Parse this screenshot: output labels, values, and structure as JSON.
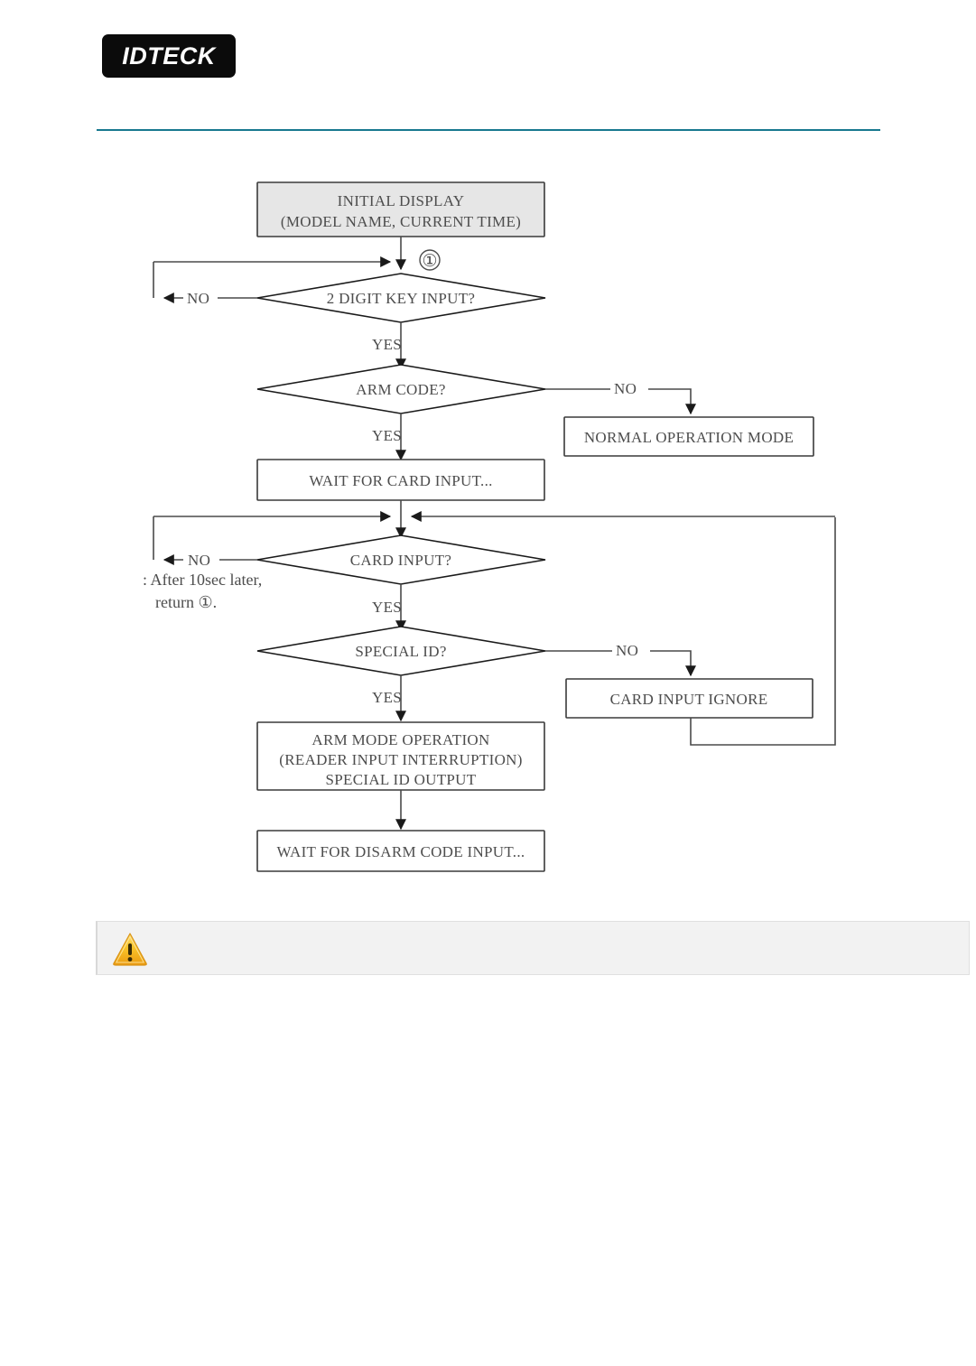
{
  "header": {
    "logo_text": "IDTECK",
    "logo_name": "idteck-logo",
    "rule_color": "#17788f"
  },
  "flowchart": {
    "type": "flowchart",
    "title": "Arm / Disarm Operation Flow",
    "nodes": [
      {
        "id": "initial",
        "shape": "process",
        "fill": "#e6e6e6",
        "lines": [
          "INITIAL DISPLAY",
          "(MODEL NAME, CURRENT TIME)"
        ]
      },
      {
        "id": "key_input",
        "shape": "decision",
        "fill": "#ffffff",
        "lines": [
          "2 DIGIT KEY INPUT?"
        ]
      },
      {
        "id": "arm_code",
        "shape": "decision",
        "fill": "#ffffff",
        "lines": [
          "ARM CODE?"
        ]
      },
      {
        "id": "normal_mode",
        "shape": "process",
        "fill": "#ffffff",
        "lines": [
          "NORMAL OPERATION MODE"
        ]
      },
      {
        "id": "wait_card",
        "shape": "process",
        "fill": "#ffffff",
        "lines": [
          "WAIT FOR CARD INPUT..."
        ]
      },
      {
        "id": "card_input",
        "shape": "decision",
        "fill": "#ffffff",
        "lines": [
          "CARD INPUT?"
        ]
      },
      {
        "id": "special_id",
        "shape": "decision",
        "fill": "#ffffff",
        "lines": [
          "SPECIAL ID?"
        ]
      },
      {
        "id": "card_ignore",
        "shape": "process",
        "fill": "#ffffff",
        "lines": [
          "CARD INPUT IGNORE"
        ]
      },
      {
        "id": "arm_mode",
        "shape": "process",
        "fill": "#ffffff",
        "lines": [
          "ARM MODE OPERATION",
          "(READER INPUT INTERRUPTION)",
          "SPECIAL ID OUTPUT"
        ]
      },
      {
        "id": "wait_disarm",
        "shape": "process",
        "fill": "#ffffff",
        "lines": [
          "WAIT FOR DISARM CODE INPUT..."
        ]
      }
    ],
    "edges": [
      {
        "from": "initial",
        "to": "key_input",
        "label": ""
      },
      {
        "from": "key_input",
        "to": "key_input",
        "label": "NO"
      },
      {
        "from": "key_input",
        "to": "arm_code",
        "label": "YES"
      },
      {
        "from": "arm_code",
        "to": "normal_mode",
        "label": "NO"
      },
      {
        "from": "arm_code",
        "to": "wait_card",
        "label": "YES"
      },
      {
        "from": "wait_card",
        "to": "card_input",
        "label": ""
      },
      {
        "from": "card_input",
        "to": "card_input",
        "label": "NO"
      },
      {
        "from": "card_input",
        "to": "special_id",
        "label": "YES"
      },
      {
        "from": "special_id",
        "to": "card_ignore",
        "label": "NO"
      },
      {
        "from": "special_id",
        "to": "arm_mode",
        "label": "YES"
      },
      {
        "from": "card_ignore",
        "to": "card_input",
        "label": ""
      },
      {
        "from": "arm_mode",
        "to": "wait_disarm",
        "label": ""
      }
    ],
    "labels": {
      "node_initial_l1": "INITIAL DISPLAY",
      "node_initial_l2": "(MODEL NAME, CURRENT TIME)",
      "node_key_input": "2 DIGIT KEY INPUT?",
      "node_arm_code": "ARM CODE?",
      "node_normal_mode": "NORMAL OPERATION MODE",
      "node_wait_card": "WAIT FOR CARD INPUT...",
      "node_card_input": "CARD INPUT?",
      "node_special_id": "SPECIAL ID?",
      "node_card_ignore": "CARD INPUT IGNORE",
      "node_arm_mode_l1": "ARM MODE OPERATION",
      "node_arm_mode_l2": "(READER INPUT INTERRUPTION)",
      "node_arm_mode_l3": "SPECIAL ID OUTPUT",
      "node_wait_disarm": "WAIT FOR DISARM CODE INPUT...",
      "yes_1": "YES",
      "yes_2": "YES",
      "yes_3": "YES",
      "yes_4": "YES",
      "no_1": "NO",
      "no_2": "NO",
      "no_3": "NO",
      "no_4": "NO",
      "marker_1": "①",
      "note_l1": ": After 10sec later,",
      "note_l2": "return ①."
    }
  },
  "callout": {
    "icon": "warning-triangle-icon",
    "icon_color": "#f5b324",
    "text": ""
  }
}
